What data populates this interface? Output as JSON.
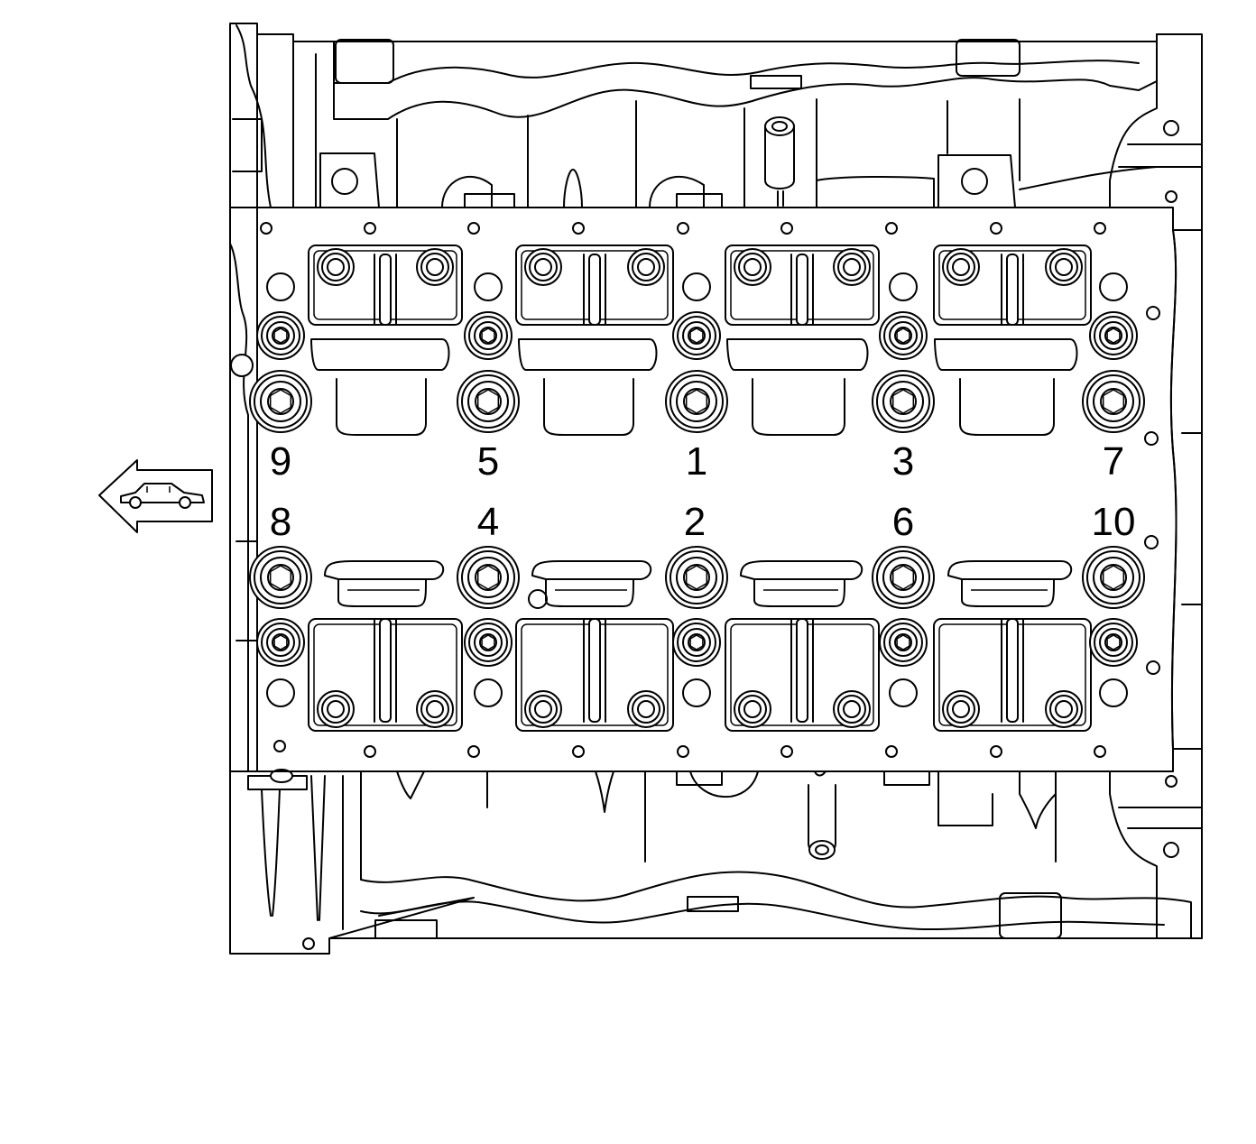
{
  "diagram": {
    "tightening_sequence": {
      "upper_row": [
        "9",
        "5",
        "1",
        "3",
        "7"
      ],
      "lower_row": [
        "8",
        "4",
        "2",
        "6",
        "10"
      ]
    },
    "front_indicator_icon": "vehicle-front-arrow-icon",
    "colors": {
      "line": "#000000",
      "background": "#ffffff"
    }
  }
}
